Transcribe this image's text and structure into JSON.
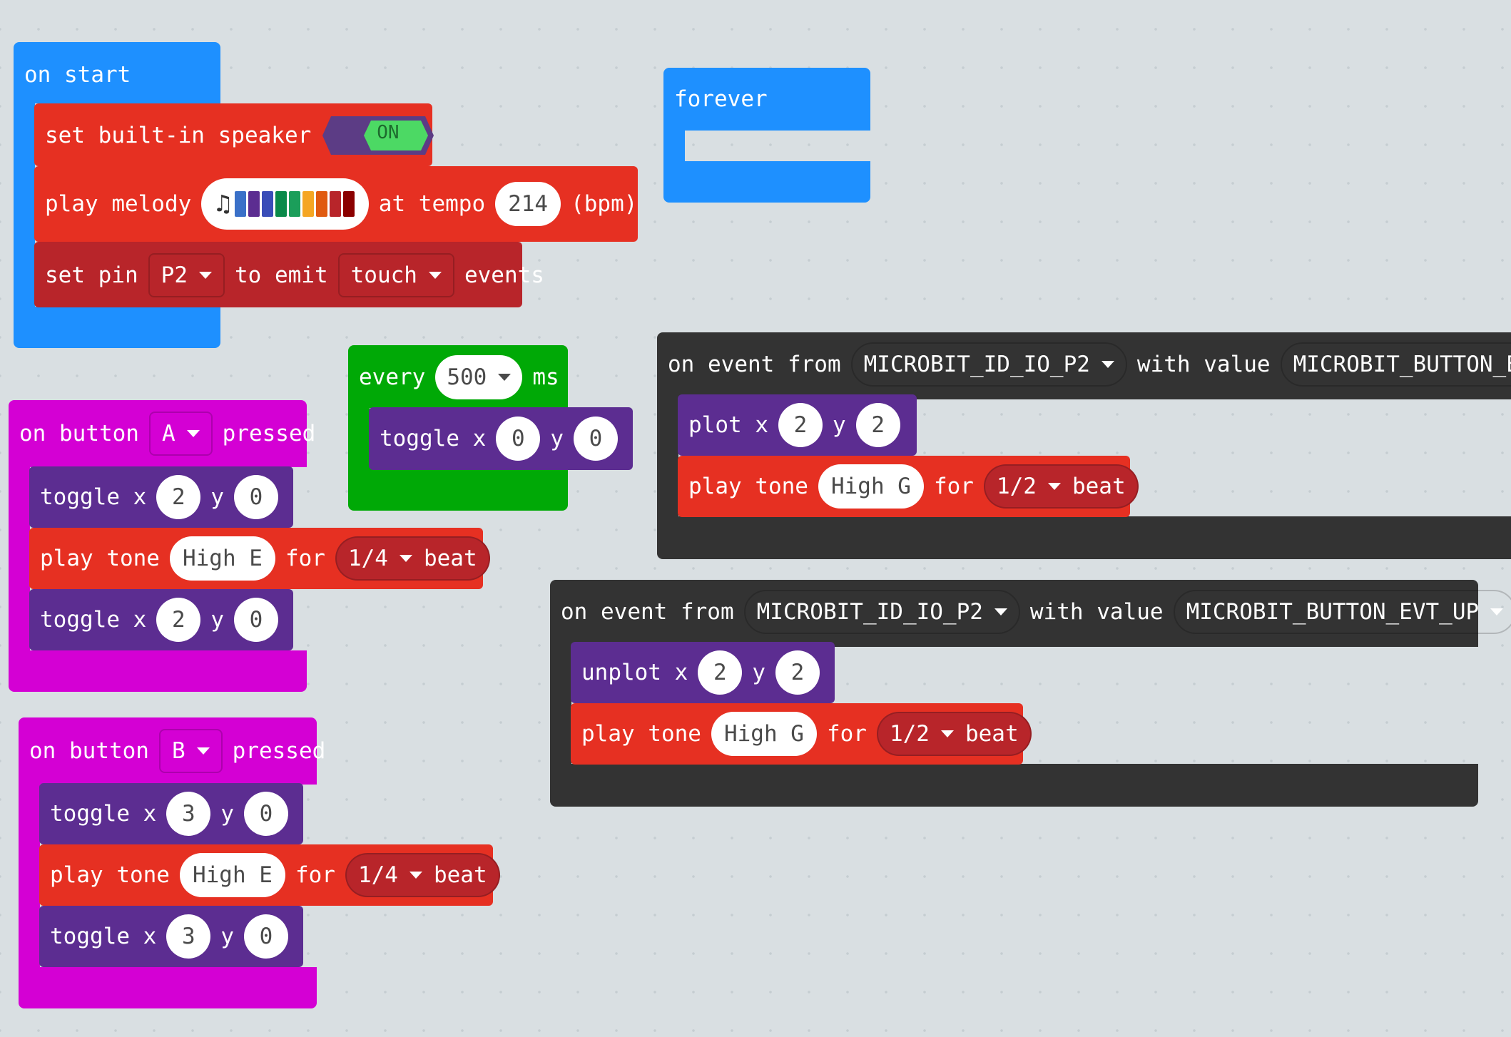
{
  "colors": {
    "basic": "#1e90ff",
    "music": "#e63022",
    "pins": "#b8252a",
    "loops": "#00a906",
    "led": "#5c2d91",
    "input": "#d400d4",
    "control": "#333333",
    "toggle_on": "#4cd964"
  },
  "on_start": {
    "hat": "on start",
    "speaker": {
      "label": "set built-in speaker",
      "toggle": "ON"
    },
    "melody": {
      "label": "play melody",
      "at_tempo": "at tempo",
      "tempo": "214",
      "bpm": "(bpm)",
      "icon": "music-note-icon",
      "notes": [
        "#3a70c8",
        "#5c2d91",
        "#3a4db8",
        "#0a8a4a",
        "#1b9e5a",
        "#f5a623",
        "#e05a10",
        "#b8252a",
        "#8b0000"
      ]
    },
    "set_pin": {
      "label": "set pin",
      "pin": "P2",
      "to_emit": "to emit",
      "event": "touch",
      "events": "events"
    }
  },
  "forever": {
    "hat": "forever"
  },
  "every": {
    "label": "every",
    "value": "500",
    "unit": "ms",
    "toggle": {
      "label": "toggle x",
      "x": "0",
      "y_label": "y",
      "y": "0"
    }
  },
  "button_a": {
    "on": "on button",
    "button": "A",
    "pressed": "pressed",
    "toggle1": {
      "label": "toggle x",
      "x": "2",
      "y_label": "y",
      "y": "0"
    },
    "tone": {
      "label": "play tone",
      "note": "High E",
      "for": "for",
      "beat": "1/4",
      "beat_label": "beat"
    },
    "toggle2": {
      "label": "toggle x",
      "x": "2",
      "y_label": "y",
      "y": "0"
    }
  },
  "button_b": {
    "on": "on button",
    "button": "B",
    "pressed": "pressed",
    "toggle1": {
      "label": "toggle x",
      "x": "3",
      "y_label": "y",
      "y": "0"
    },
    "tone": {
      "label": "play tone",
      "note": "High E",
      "for": "for",
      "beat": "1/4",
      "beat_label": "beat"
    },
    "toggle2": {
      "label": "toggle x",
      "x": "3",
      "y_label": "y",
      "y": "0"
    }
  },
  "event1": {
    "on": "on event from",
    "source": "MICROBIT_ID_IO_P2",
    "with_value": "with value",
    "value": "MICROBIT_BUTTON_EVT_D",
    "plot": {
      "label": "plot x",
      "x": "2",
      "y_label": "y",
      "y": "2"
    },
    "tone": {
      "label": "play tone",
      "note": "High G",
      "for": "for",
      "beat": "1/2",
      "beat_label": "beat"
    }
  },
  "event2": {
    "on": "on event from",
    "source": "MICROBIT_ID_IO_P2",
    "with_value": "with value",
    "value": "MICROBIT_BUTTON_EVT_UP",
    "unplot": {
      "label": "unplot x",
      "x": "2",
      "y_label": "y",
      "y": "2"
    },
    "tone": {
      "label": "play tone",
      "note": "High G",
      "for": "for",
      "beat": "1/2",
      "beat_label": "beat"
    }
  }
}
